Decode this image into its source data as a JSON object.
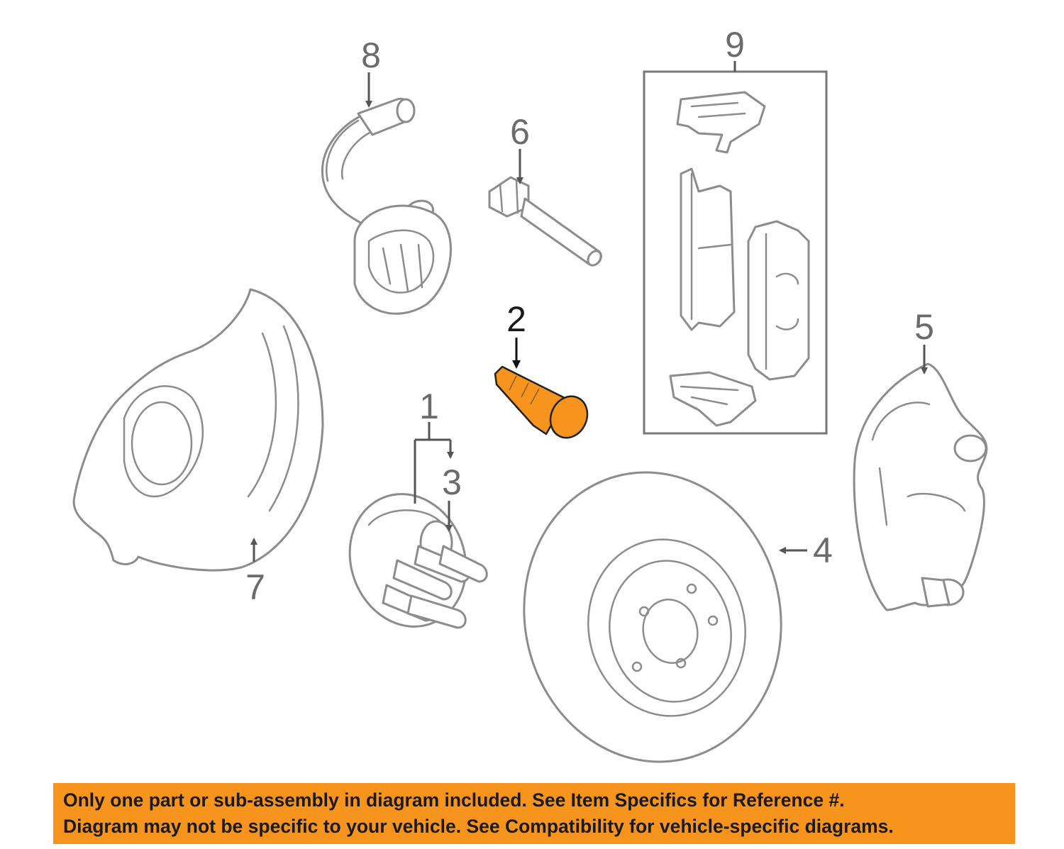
{
  "callouts": {
    "c1": "1",
    "c2": "2",
    "c3": "3",
    "c4": "4",
    "c5": "5",
    "c6": "6",
    "c7": "7",
    "c8": "8",
    "c9": "9"
  },
  "highlight_color": "#f7941d",
  "highlighted_part": "2",
  "disclaimer": {
    "line1": "Only one part or sub-assembly in diagram included. See Item Specifics for Reference #.",
    "line2": "Diagram may not be specific to your vehicle. See Compatibility for vehicle-specific diagrams."
  }
}
